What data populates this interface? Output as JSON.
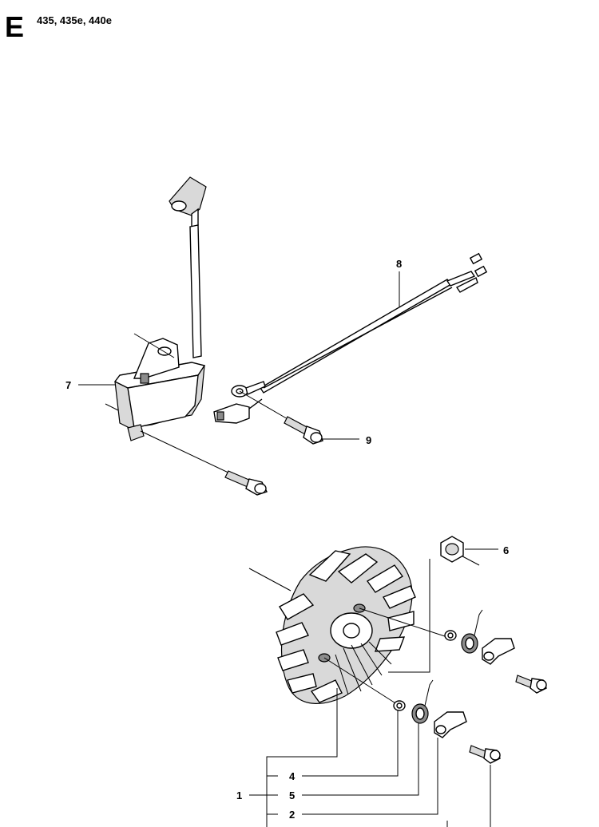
{
  "header": {
    "section_letter": "E",
    "models": "435, 435e, 440e"
  },
  "callouts": {
    "c1": "1",
    "c2": "2",
    "c4": "4",
    "c5": "5",
    "c6": "6",
    "c7": "7",
    "c8": "8",
    "c9": "9"
  }
}
